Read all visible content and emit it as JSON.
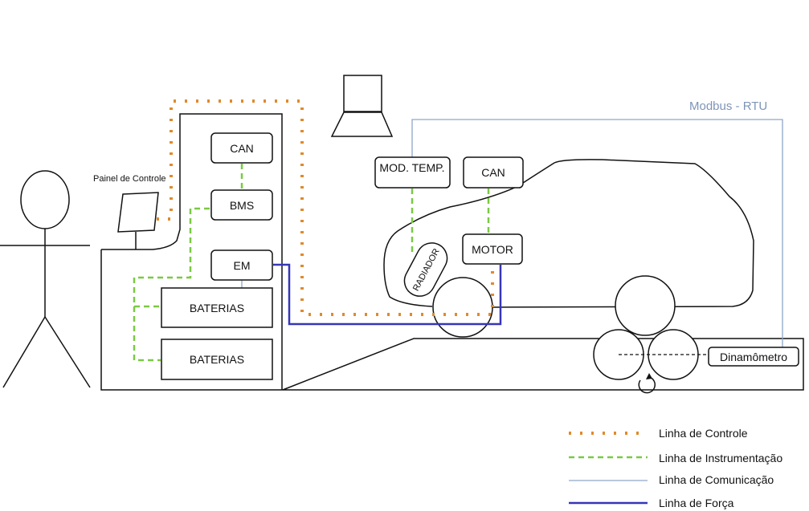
{
  "colors": {
    "control_line": "#e08a2c",
    "instrumentation_line": "#7ac943",
    "communication_line": "#8fa6c8",
    "power_line": "#3636b8",
    "outline": "#111111"
  },
  "labels": {
    "painel": "Painel de Controle",
    "can_top": "CAN",
    "bms": "BMS",
    "em": "EM",
    "baterias_1": "BATERIAS",
    "baterias_2": "BATERIAS",
    "mod_temp": "MOD. TEMP.",
    "can_car": "CAN",
    "motor": "MOTOR",
    "radiador": "RADIADOR",
    "dinamometro": "Dinamômetro",
    "modbus": "Modbus - RTU"
  },
  "icons": [
    "person-icon",
    "laptop-icon",
    "control-panel-tablet-icon",
    "car-outline-icon",
    "wheel-icon",
    "roller-icon",
    "rotation-arrow-icon"
  ],
  "legend": [
    {
      "key": "control",
      "label": "Linha de Controle"
    },
    {
      "key": "instrumentation",
      "label": "Linha de Instrumentação"
    },
    {
      "key": "communication",
      "label": "Linha de Comunicação"
    },
    {
      "key": "power",
      "label": "Linha de Força"
    }
  ]
}
